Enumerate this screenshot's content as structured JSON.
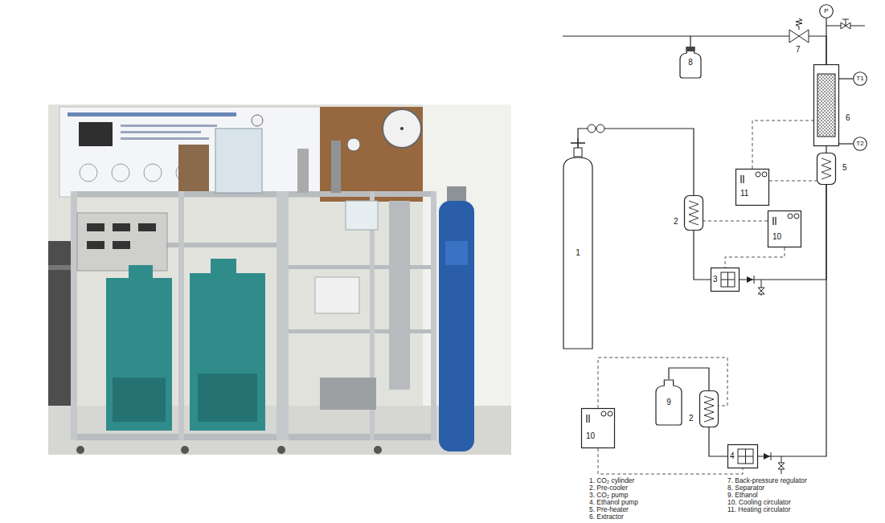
{
  "diagram": {
    "nodes": [
      {
        "text": [
          "1"
        ]
      },
      {
        "text": [
          "2"
        ]
      },
      {
        "text": [
          "3"
        ]
      },
      {
        "text": [
          "10"
        ]
      },
      {
        "text": [
          "9"
        ]
      },
      {
        "text": [
          "2"
        ]
      },
      {
        "text": [
          "4"
        ]
      },
      {
        "text": [
          "10"
        ]
      },
      {
        "text": [
          "5"
        ]
      },
      {
        "text": [
          "6"
        ]
      },
      {
        "text": [
          "11"
        ]
      },
      {
        "text": [
          "7"
        ]
      },
      {
        "text": [
          "8"
        ]
      },
      {
        "text": [
          "T1"
        ]
      },
      {
        "text": [
          "T2"
        ]
      },
      {
        "text": [
          "P"
        ]
      }
    ],
    "edges": [
      {
        "from": 0,
        "to": 1,
        "arrow": "none"
      },
      {
        "from": 1,
        "to": 2,
        "arrow": "none"
      },
      {
        "from": 2,
        "to": 8,
        "arrow": "none"
      },
      {
        "from": 4,
        "to": 5,
        "arrow": "none"
      },
      {
        "from": 5,
        "to": 6,
        "arrow": "none"
      },
      {
        "from": 6,
        "to": 8,
        "arrow": "none"
      },
      {
        "from": 8,
        "to": 9,
        "arrow": "none"
      },
      {
        "from": 9,
        "to": 15,
        "arrow": "none"
      },
      {
        "from": 9,
        "to": 13,
        "arrow": "none"
      },
      {
        "from": 9,
        "to": 14,
        "arrow": "none"
      },
      {
        "from": 9,
        "to": 11,
        "arrow": "none"
      },
      {
        "from": 11,
        "to": 12,
        "arrow": "none"
      },
      {
        "from": 3,
        "to": 1,
        "arrow": "none"
      },
      {
        "from": 3,
        "to": 2,
        "arrow": "none"
      },
      {
        "from": 7,
        "to": 5,
        "arrow": "none"
      },
      {
        "from": 7,
        "to": 6,
        "arrow": "none"
      },
      {
        "from": 10,
        "to": 9,
        "arrow": "none"
      },
      {
        "from": 10,
        "to": 8,
        "arrow": "none"
      }
    ],
    "labels": [
      "1. CO₂ cylinder",
      "2. Pre-cooler",
      "3. CO₂ pump",
      "4. Ethanol pump",
      "5. Pre-heater",
      "6. Extractor",
      "7. Back-pressure regulator",
      "8. Separator",
      "9. Ethanol",
      "10. Cooling circulator",
      "11. Heating circulator"
    ]
  }
}
